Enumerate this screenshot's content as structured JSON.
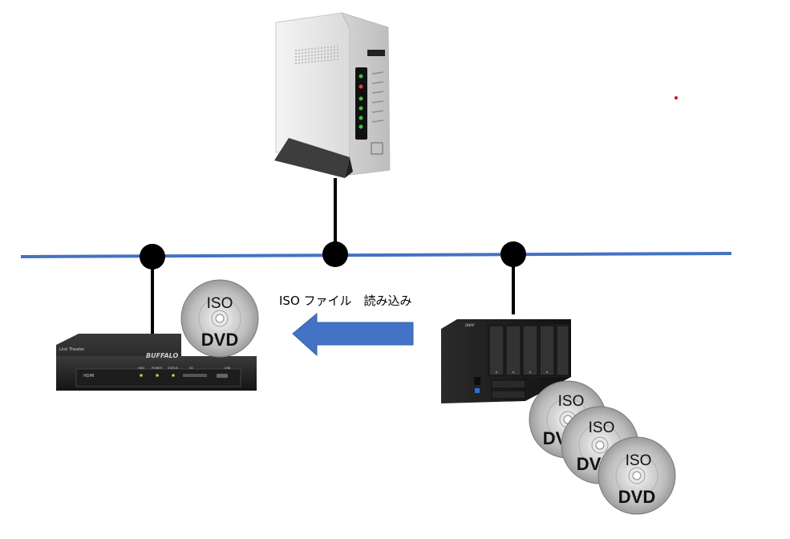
{
  "diagram": {
    "arrow_caption": "ISO ファイル　読み込み",
    "colors": {
      "network_line": "#4472c4",
      "arrow_fill": "#4472c4",
      "node": "#000000",
      "accent_dot": "#d9001b"
    },
    "router": {
      "icon": "wireless-router-icon"
    },
    "media_player": {
      "icon": "media-player-icon",
      "brand": "BUFFALO",
      "model_label": "Link Theater",
      "hdmi_label": "HDMI",
      "panel_labels": [
        "HDD",
        "POWER",
        "STATUS",
        "SD",
        "USB"
      ]
    },
    "nas": {
      "icon": "nas-icon",
      "brand": "QNAP"
    },
    "discs": {
      "iso_label": "ISO",
      "dvd_label": "DVD"
    }
  }
}
